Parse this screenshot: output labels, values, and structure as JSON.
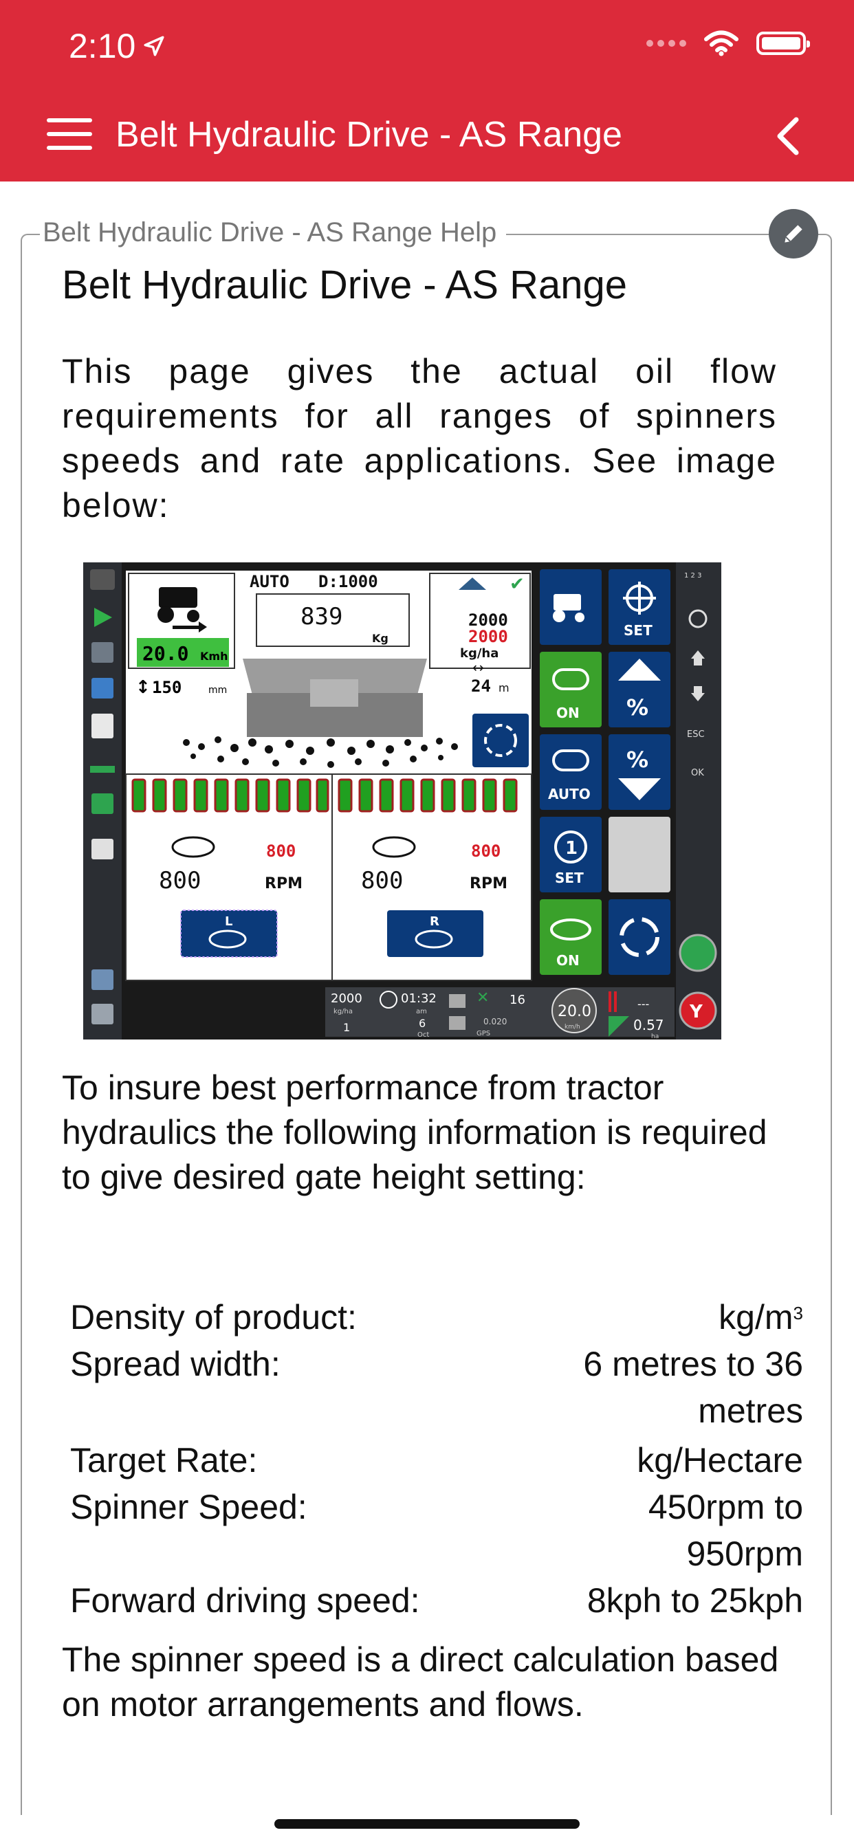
{
  "status_bar": {
    "time": "2:10"
  },
  "header": {
    "title": "Belt Hydraulic Drive - AS Range"
  },
  "panel": {
    "legend": "Belt Hydraulic Drive - AS Range Help"
  },
  "article": {
    "heading": "Belt Hydraulic Drive - AS Range",
    "intro": "This page gives the actual oil flow requirements for all ranges of spinners speeds and rate applications. See image below:",
    "requirements": "To insure best performance from tractor hydraulics the following information is required to give desired gate height setting:",
    "specs": [
      {
        "label": "Density of product:",
        "value": "kg/m",
        "sup": "3"
      },
      {
        "label": "Spread width:",
        "value": "6 metres to 36 metres"
      },
      {
        "label": "Target Rate:",
        "value": "kg/Hectare"
      },
      {
        "label": "Spinner Speed:",
        "value": "450rpm to 950rpm"
      },
      {
        "label": "Forward driving speed:",
        "value": "8kph to 25kph"
      }
    ],
    "conclusion": "The spinner speed is a direct calculation based on motor arrangements and flows."
  },
  "terminal": {
    "mode": "AUTO",
    "density": "D:1000",
    "weight": "839",
    "weight_unit": "Kg",
    "speed": "20.0",
    "speed_unit": "Kmh",
    "gate_height": "150",
    "gate_unit": "mm",
    "rate_actual": "2000",
    "rate_target": "2000",
    "rate_unit": "kg/ha",
    "width": "24",
    "width_unit": "m",
    "spinner_left": {
      "set": "800",
      "actual": "800",
      "unit": "RPM",
      "side": "L"
    },
    "spinner_right": {
      "set": "800",
      "actual": "800",
      "unit": "RPM",
      "side": "R"
    },
    "buttons": {
      "set": "SET",
      "pct": "%",
      "on": "ON",
      "auto": "AUTO",
      "set1": "SET",
      "on2": "ON"
    },
    "right_bar": {
      "top": "1 2 3",
      "esc": "ESC",
      "ok": "OK"
    },
    "bottom": {
      "rate": "2000",
      "rate_unit": "kg/ha",
      "section": "1",
      "time": "01:32",
      "time_unit": "am",
      "day": "6",
      "month": "Oct",
      "sats": "16",
      "gps_val": "0.020",
      "gps": "GPS",
      "speed": "20.0",
      "speed_unit": "km/h",
      "area_top": "---",
      "area": "0.57",
      "area_unit": "ha"
    },
    "colors": {
      "panel": "#0b3a7a",
      "green": "#3aa12b",
      "bar_green": "#20a020",
      "red": "#d71e28"
    }
  }
}
